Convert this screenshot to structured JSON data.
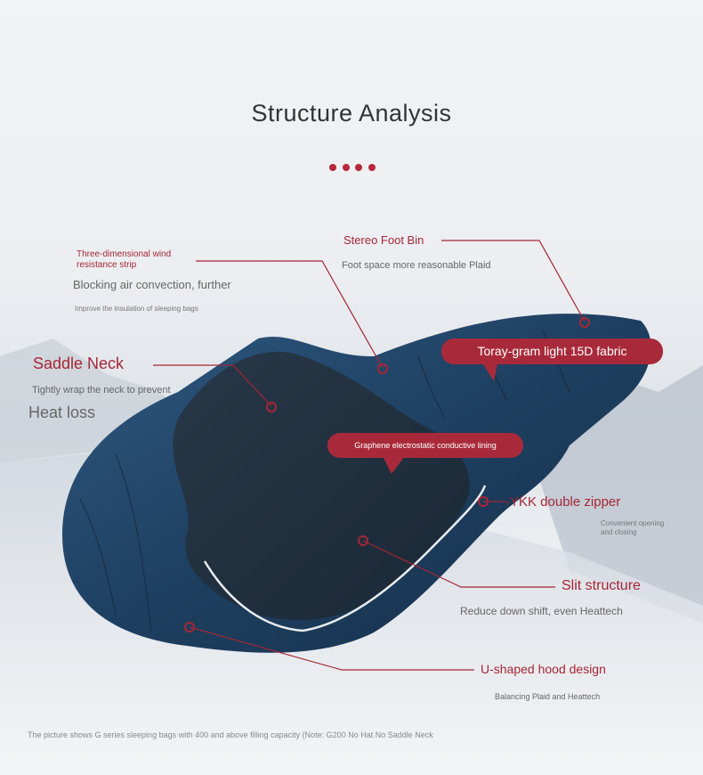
{
  "title": "Structure Analysis",
  "annotations": {
    "wind_strip": {
      "title": "Three-dimensional wind resistance strip",
      "line1": "Blocking air convection, further",
      "line2": "Improve the insulation of sleeping bags"
    },
    "saddle_neck": {
      "title": "Saddle Neck",
      "line1": "Tightly wrap the neck to prevent",
      "line2": "Heat loss"
    },
    "foot_bin": {
      "title": "Stereo Foot Bin",
      "desc": "Foot space more reasonable Plaid"
    },
    "fabric": {
      "label": "Toray-gram light 15D fabric"
    },
    "lining": {
      "label": "Graphene electrostatic conductive lining"
    },
    "zipper": {
      "title": "-YKK double zipper",
      "desc": "Convenient opening and closing"
    },
    "slit": {
      "title": "Slit structure",
      "desc": "Reduce down shift, even Heattech"
    },
    "hood": {
      "title": "U-shaped hood design",
      "desc": "Balancing Plaid and Heattech"
    }
  },
  "footnote": "The picture shows G series sleeping bags with 400 and above filling capacity (Note: G200 No Hat No Saddle Neck",
  "colors": {
    "accent": "#a82a3a",
    "bag": "#1f3d5c"
  }
}
